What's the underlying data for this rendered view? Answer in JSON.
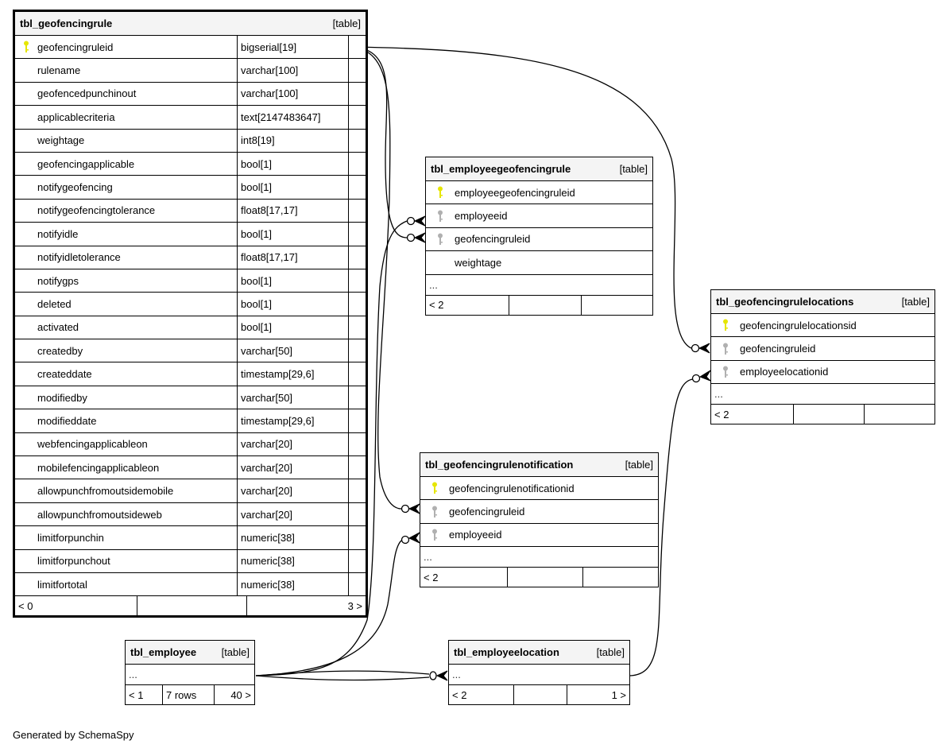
{
  "diagram": {
    "credit": "Generated by SchemaSpy",
    "tables": {
      "geofencingrule": {
        "name": "tbl_geofencingrule",
        "type": "[table]",
        "columns": [
          {
            "name": "geofencingruleid",
            "type": "bigserial[19]",
            "key": "primary"
          },
          {
            "name": "rulename",
            "type": "varchar[100]"
          },
          {
            "name": "geofencedpunchinout",
            "type": "varchar[100]"
          },
          {
            "name": "applicablecriteria",
            "type": "text[2147483647]"
          },
          {
            "name": "weightage",
            "type": "int8[19]"
          },
          {
            "name": "geofencingapplicable",
            "type": "bool[1]"
          },
          {
            "name": "notifygeofencing",
            "type": "bool[1]"
          },
          {
            "name": "notifygeofencingtolerance",
            "type": "float8[17,17]"
          },
          {
            "name": "notifyidle",
            "type": "bool[1]"
          },
          {
            "name": "notifyidletolerance",
            "type": "float8[17,17]"
          },
          {
            "name": "notifygps",
            "type": "bool[1]"
          },
          {
            "name": "deleted",
            "type": "bool[1]"
          },
          {
            "name": "activated",
            "type": "bool[1]"
          },
          {
            "name": "createdby",
            "type": "varchar[50]"
          },
          {
            "name": "createddate",
            "type": "timestamp[29,6]"
          },
          {
            "name": "modifiedby",
            "type": "varchar[50]"
          },
          {
            "name": "modifieddate",
            "type": "timestamp[29,6]"
          },
          {
            "name": "webfencingapplicableon",
            "type": "varchar[20]"
          },
          {
            "name": "mobilefencingapplicableon",
            "type": "varchar[20]"
          },
          {
            "name": "allowpunchfromoutsidemobile",
            "type": "varchar[20]"
          },
          {
            "name": "allowpunchfromoutsideweb",
            "type": "varchar[20]"
          },
          {
            "name": "limitforpunchin",
            "type": "numeric[38]"
          },
          {
            "name": "limitforpunchout",
            "type": "numeric[38]"
          },
          {
            "name": "limitfortotal",
            "type": "numeric[38]"
          }
        ],
        "footer": {
          "parents": "< 0",
          "rows": "",
          "children": "3 >"
        }
      },
      "employeegeofencingrule": {
        "name": "tbl_employeegeofencingrule",
        "type": "[table]",
        "columns": [
          {
            "name": "employeegeofencingruleid",
            "key": "primary"
          },
          {
            "name": "employeeid",
            "key": "foreign"
          },
          {
            "name": "geofencingruleid",
            "key": "foreign"
          },
          {
            "name": "weightage",
            "key": "none"
          }
        ],
        "more": "...",
        "footer": {
          "parents": "< 2",
          "rows": "",
          "children": ""
        }
      },
      "geofencingrulelocations": {
        "name": "tbl_geofencingrulelocations",
        "type": "[table]",
        "columns": [
          {
            "name": "geofencingrulelocationsid",
            "key": "primary"
          },
          {
            "name": "geofencingruleid",
            "key": "foreign"
          },
          {
            "name": "employeelocationid",
            "key": "foreign"
          }
        ],
        "more": "...",
        "footer": {
          "parents": "< 2",
          "rows": "",
          "children": ""
        }
      },
      "geofencingrulenotification": {
        "name": "tbl_geofencingrulenotification",
        "type": "[table]",
        "columns": [
          {
            "name": "geofencingrulenotificationid",
            "key": "primary"
          },
          {
            "name": "geofencingruleid",
            "key": "foreign"
          },
          {
            "name": "employeeid",
            "key": "foreign"
          }
        ],
        "more": "...",
        "footer": {
          "parents": "< 2",
          "rows": "",
          "children": ""
        }
      },
      "employee": {
        "name": "tbl_employee",
        "type": "[table]",
        "more": "...",
        "footer": {
          "parents": "< 1",
          "rows": "7 rows",
          "children": "40 >"
        }
      },
      "employeelocation": {
        "name": "tbl_employeelocation",
        "type": "[table]",
        "more": "...",
        "footer": {
          "parents": "< 2",
          "rows": "",
          "children": "1 >"
        }
      }
    },
    "colors": {
      "primary_key": "#e6e600",
      "foreign_key": "#b0b0b0",
      "header_bg": "#f4f4f4"
    }
  }
}
